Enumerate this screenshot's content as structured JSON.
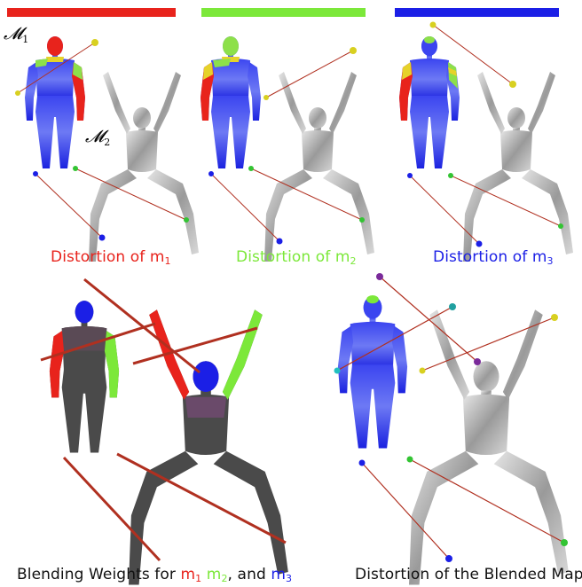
{
  "colors": {
    "red": "#e8231c",
    "green": "#7ce83a",
    "blue": "#1b1fe6",
    "dark_red": "#b01a12",
    "gray_body": "#4a4a4a",
    "statue": "#b0b0b0",
    "map_line": "#b03020"
  },
  "labels": {
    "m1_math": "𝓜",
    "m1_sub": "1",
    "m2_math": "𝓜",
    "m2_sub": "2"
  },
  "captions": {
    "c1_text": "Distortion of m",
    "c1_sub": "1",
    "c2_text": "Distortion of m",
    "c2_sub": "2",
    "c3_text": "Distortion of m",
    "c3_sub": "3",
    "c4_prefix": "Blending Weights for ",
    "c4_m1": "m",
    "c4_m1_sub": "1",
    "c4_m2": "m",
    "c4_m2_sub": "2",
    "c4_and": ", and ",
    "c4_m3": "m",
    "c4_m3_sub": "3",
    "c5_text": "Distortion of the Blended Map"
  }
}
